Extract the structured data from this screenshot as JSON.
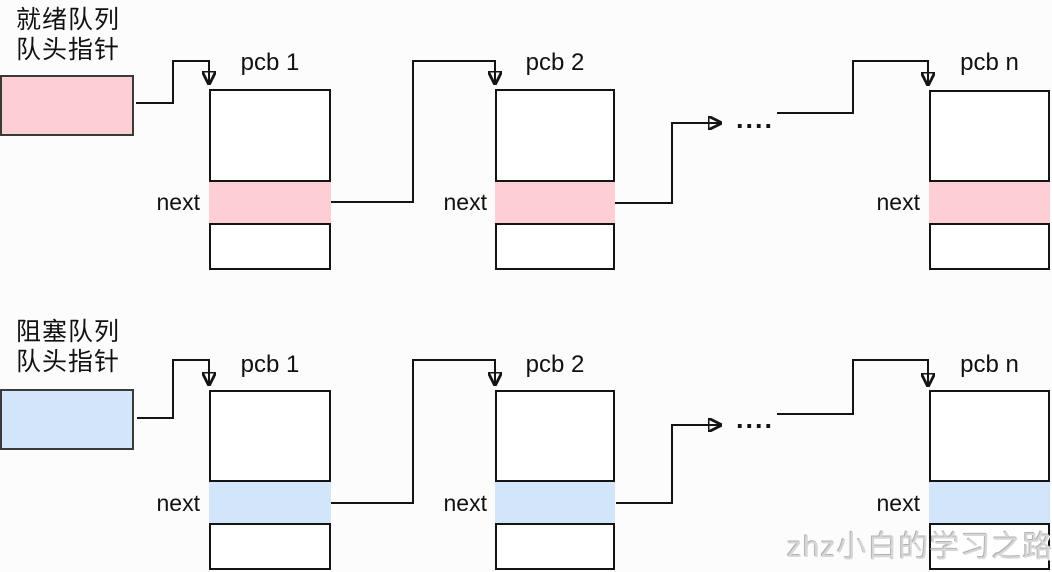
{
  "watermark": "zhz小白的学习之路",
  "colors": {
    "ready_fill": "#fdced3",
    "blocked_fill": "#d3e5f8",
    "line": "#141414",
    "head_border": "#3a3a3a",
    "bg": "#fcfcfc",
    "watermark_color": "#d7d7d7"
  },
  "queues": [
    {
      "id": "ready",
      "head_line1": "就绪队列",
      "head_line2": "队头指针",
      "dots": "....",
      "nodes": [
        {
          "title": "pcb 1",
          "next_label": "next"
        },
        {
          "title": "pcb 2",
          "next_label": "next"
        },
        {
          "title": "pcb n",
          "next_label": "next"
        }
      ]
    },
    {
      "id": "blocked",
      "head_line1": "阻塞队列",
      "head_line2": "队头指针",
      "dots": "....",
      "nodes": [
        {
          "title": "pcb 1",
          "next_label": "next"
        },
        {
          "title": "pcb 2",
          "next_label": "next"
        },
        {
          "title": "pcb n",
          "next_label": "next"
        }
      ]
    }
  ]
}
